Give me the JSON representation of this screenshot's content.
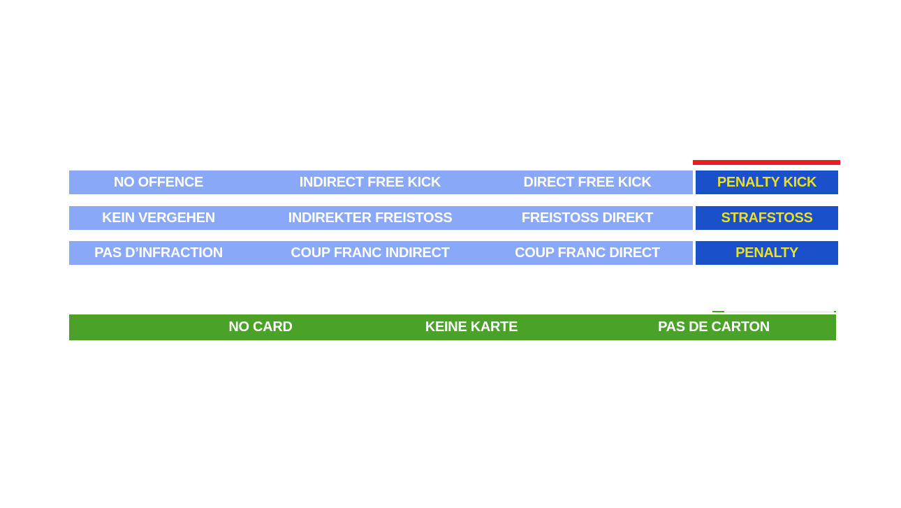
{
  "colors": {
    "lightblue": "#8aa8f8",
    "darkblue": "#1b50cb",
    "yellow": "#e9df2b",
    "red": "#ec1c24",
    "green": "#4aa228",
    "white": "#ffffff"
  },
  "table": {
    "rows": [
      {
        "lang": "english",
        "cells": [
          "NO OFFENCE",
          "INDIRECT FREE KICK",
          "DIRECT FREE KICK"
        ],
        "penalty": "PENALTY KICK"
      },
      {
        "lang": "german",
        "cells": [
          "KEIN VERGEHEN",
          "INDIREKTER FREISTOSS",
          "FREISTOSS DIREKT"
        ],
        "penalty": "STRAFSTOSS"
      },
      {
        "lang": "french",
        "cells": [
          "PAS D’INFRACTION",
          "COUP FRANC INDIRECT",
          "COUP FRANC DIRECT"
        ],
        "penalty": "PENALTY"
      }
    ]
  },
  "card_bar": {
    "items": [
      "NO CARD",
      "KEINE KARTE",
      "PAS DE CARTON"
    ]
  }
}
